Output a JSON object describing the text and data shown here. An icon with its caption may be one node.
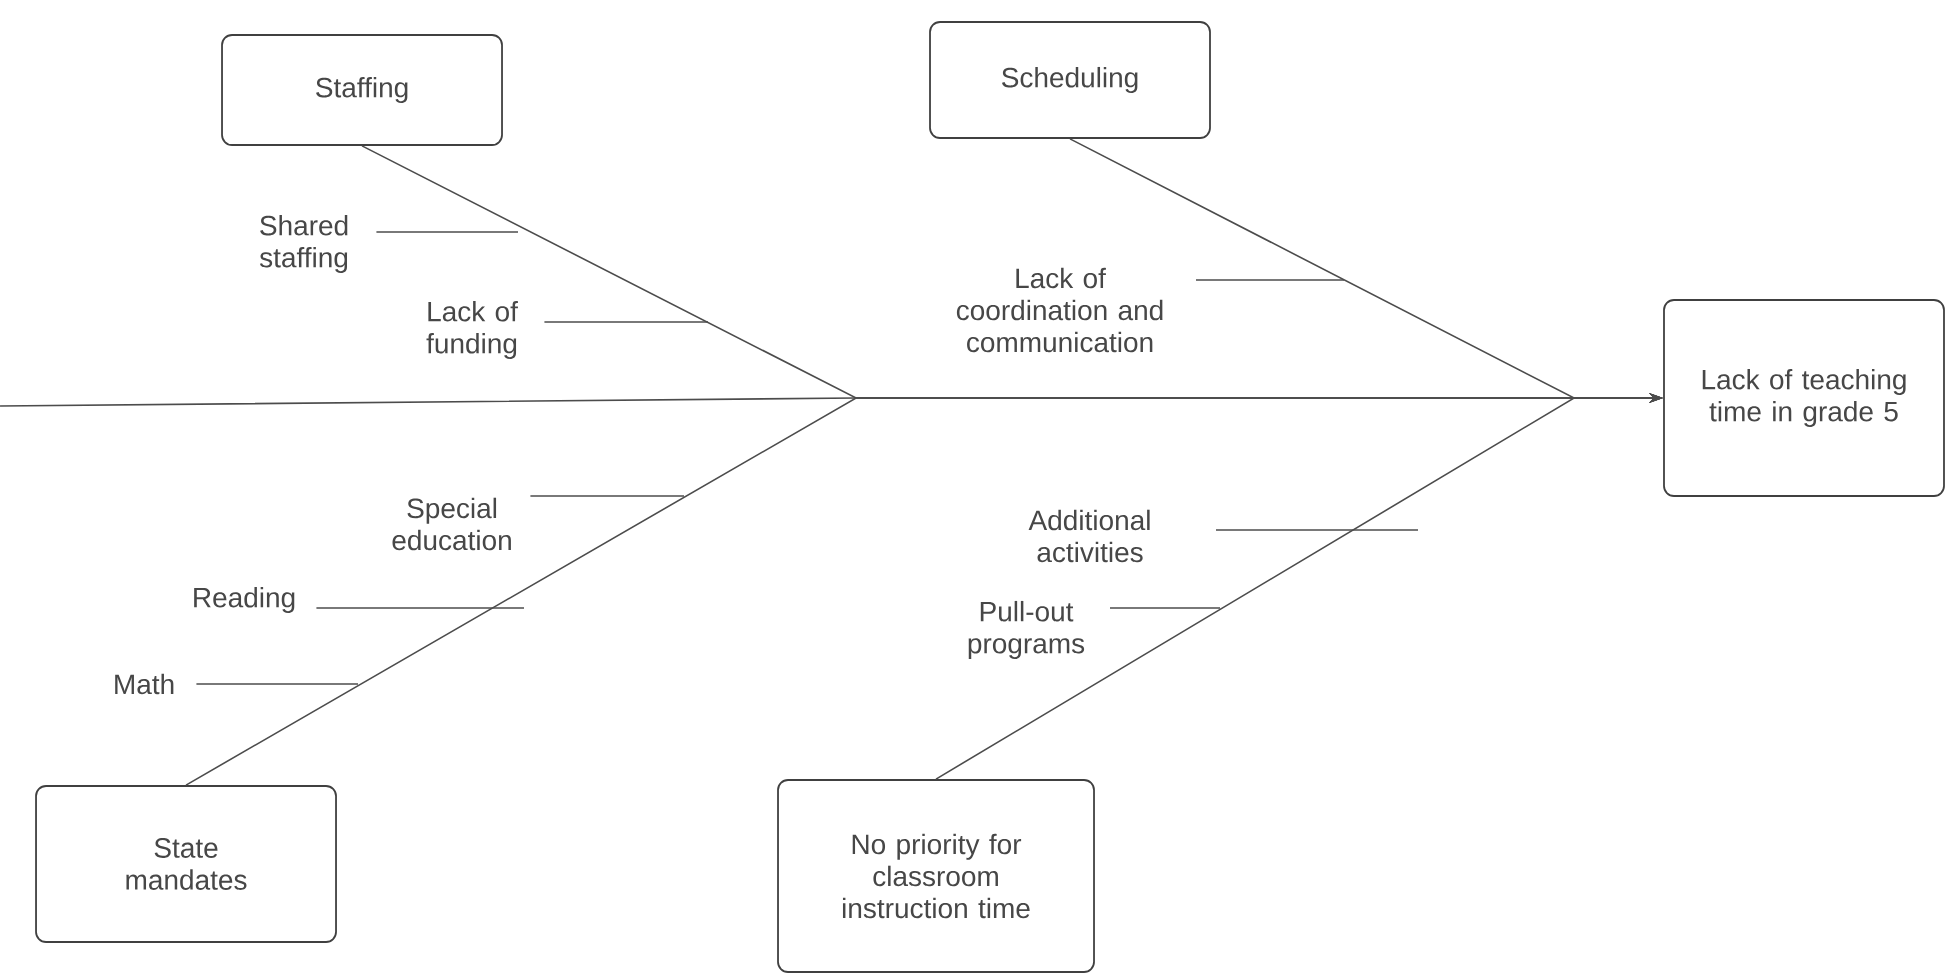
{
  "diagram": {
    "nodes": [
      {
        "text": [
          "Staffing"
        ]
      },
      {
        "text": [
          "Scheduling"
        ]
      },
      {
        "text": [
          "Shared staffing"
        ]
      },
      {
        "text": [
          "Lack of coordination and communication"
        ]
      },
      {
        "text": [
          "Lack of funding"
        ]
      },
      {
        "text": [
          "Lack of teaching time in grade 5"
        ]
      },
      {
        "text": [
          "Additional activities"
        ]
      },
      {
        "text": [
          "Special education"
        ]
      },
      {
        "text": [
          "Pull-out programs"
        ]
      },
      {
        "text": [
          "Reading"
        ]
      },
      {
        "text": [
          "Math"
        ]
      },
      {
        "text": [
          "State mandates"
        ]
      },
      {
        "text": [
          "No priority for classroom instruction time"
        ]
      }
    ],
    "edges": [
      {
        "from": null,
        "to": 5,
        "arrow": "to"
      },
      {
        "from": 0,
        "to": 5,
        "arrow": "to"
      },
      {
        "from": 1,
        "to": 5,
        "arrow": "to"
      },
      {
        "from": 11,
        "to": 5,
        "arrow": "to"
      },
      {
        "from": 12,
        "to": 5,
        "arrow": "to"
      },
      {
        "from": 2,
        "to": null,
        "arrow": "none"
      },
      {
        "from": 3,
        "to": null,
        "arrow": "none"
      },
      {
        "from": 4,
        "to": null,
        "arrow": "none"
      },
      {
        "from": 6,
        "to": null,
        "arrow": "none"
      },
      {
        "from": 7,
        "to": null,
        "arrow": "none"
      },
      {
        "from": 8,
        "to": null,
        "arrow": "none"
      },
      {
        "from": 9,
        "to": null,
        "arrow": "none"
      },
      {
        "from": 10,
        "to": null,
        "arrow": "none"
      }
    ]
  }
}
